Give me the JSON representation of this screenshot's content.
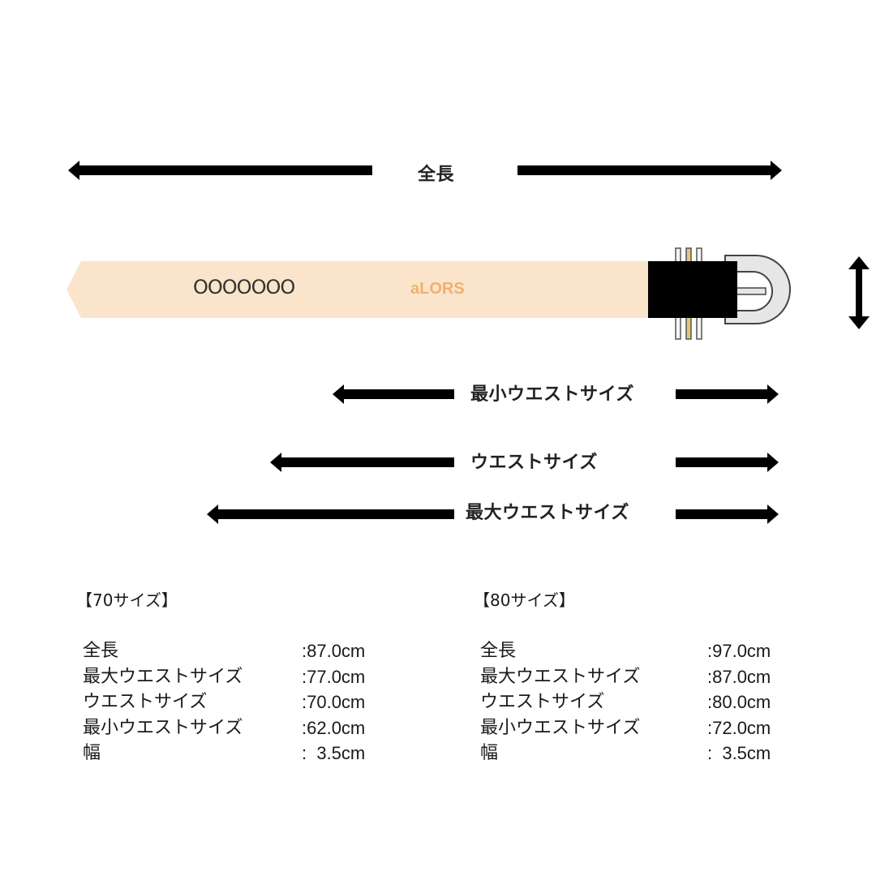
{
  "diagram": {
    "total_length_label": "全長",
    "min_waist_label": "最小ウエストサイズ",
    "waist_label": "ウエストサイズ",
    "max_waist_label": "最大ウエストサイズ",
    "belt": {
      "holes": "OOOOOOO",
      "brand": "aLORS",
      "strap_color": "#fae5cc",
      "brand_color": "#f0b070",
      "buckle_color": "#000000",
      "keeper_accent_color": "#e0c878"
    }
  },
  "sizes": [
    {
      "title": "【70サイズ】",
      "rows": [
        {
          "label": "全長",
          "value": ":87.0cm"
        },
        {
          "label": "最大ウエストサイズ",
          "value": ":77.0cm"
        },
        {
          "label": "ウエストサイズ",
          "value": ":70.0cm"
        },
        {
          "label": "最小ウエストサイズ",
          "value": ":62.0cm"
        },
        {
          "label": "幅",
          "value": ":  3.5cm"
        }
      ]
    },
    {
      "title": "【80サイズ】",
      "rows": [
        {
          "label": "全長",
          "value": ":97.0cm"
        },
        {
          "label": "最大ウエストサイズ",
          "value": ":87.0cm"
        },
        {
          "label": "ウエストサイズ",
          "value": ":80.0cm"
        },
        {
          "label": "最小ウエストサイズ",
          "value": ":72.0cm"
        },
        {
          "label": "幅",
          "value": ":  3.5cm"
        }
      ]
    }
  ]
}
